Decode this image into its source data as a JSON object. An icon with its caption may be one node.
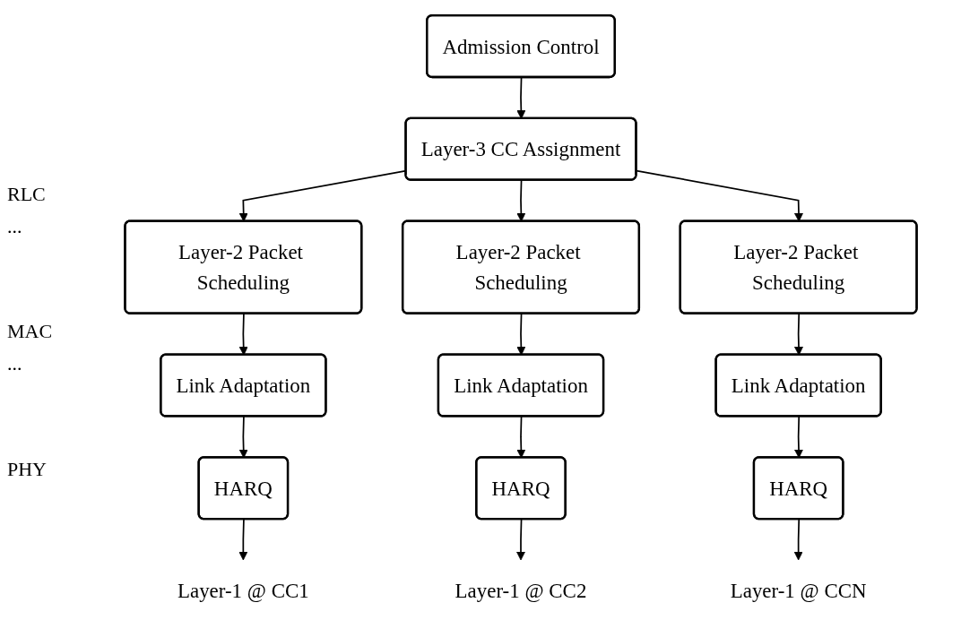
{
  "diagram": {
    "nodes": [
      {
        "text": [
          "Admission Control"
        ]
      },
      {
        "text": [
          "Layer-3 CC Assignment"
        ]
      },
      {
        "text": [
          "Layer-2 Packet Scheduling"
        ]
      },
      {
        "text": [
          "Layer-2 Packet Scheduling"
        ]
      },
      {
        "text": [
          "Layer-2 Packet Scheduling"
        ]
      },
      {
        "text": [
          "Link Adaptation"
        ]
      },
      {
        "text": [
          "Link Adaptation"
        ]
      },
      {
        "text": [
          "Link Adaptation"
        ]
      },
      {
        "text": [
          "HARQ"
        ]
      },
      {
        "text": [
          "HARQ"
        ]
      },
      {
        "text": [
          "HARQ"
        ]
      },
      {
        "text": [
          "Layer-1 @ CC1"
        ]
      },
      {
        "text": [
          "Layer-1 @ CC2"
        ]
      },
      {
        "text": [
          "Layer-1 @ CCN"
        ]
      }
    ],
    "edges": [
      {
        "from": 0,
        "to": 1,
        "arrow": "to"
      },
      {
        "from": 1,
        "to": 2,
        "arrow": "to"
      },
      {
        "from": 1,
        "to": 3,
        "arrow": "to"
      },
      {
        "from": 1,
        "to": 4,
        "arrow": "to"
      },
      {
        "from": 2,
        "to": 5,
        "arrow": "to"
      },
      {
        "from": 3,
        "to": 6,
        "arrow": "to"
      },
      {
        "from": 4,
        "to": 7,
        "arrow": "to"
      },
      {
        "from": 5,
        "to": 8,
        "arrow": "to"
      },
      {
        "from": 6,
        "to": 9,
        "arrow": "to"
      },
      {
        "from": 7,
        "to": 10,
        "arrow": "to"
      },
      {
        "from": 8,
        "to": 11,
        "arrow": "to"
      },
      {
        "from": 9,
        "to": 12,
        "arrow": "to"
      },
      {
        "from": 10,
        "to": 13,
        "arrow": "to"
      }
    ],
    "labels": [
      "RLC",
      "...",
      "MAC",
      "...",
      "PHY"
    ]
  }
}
